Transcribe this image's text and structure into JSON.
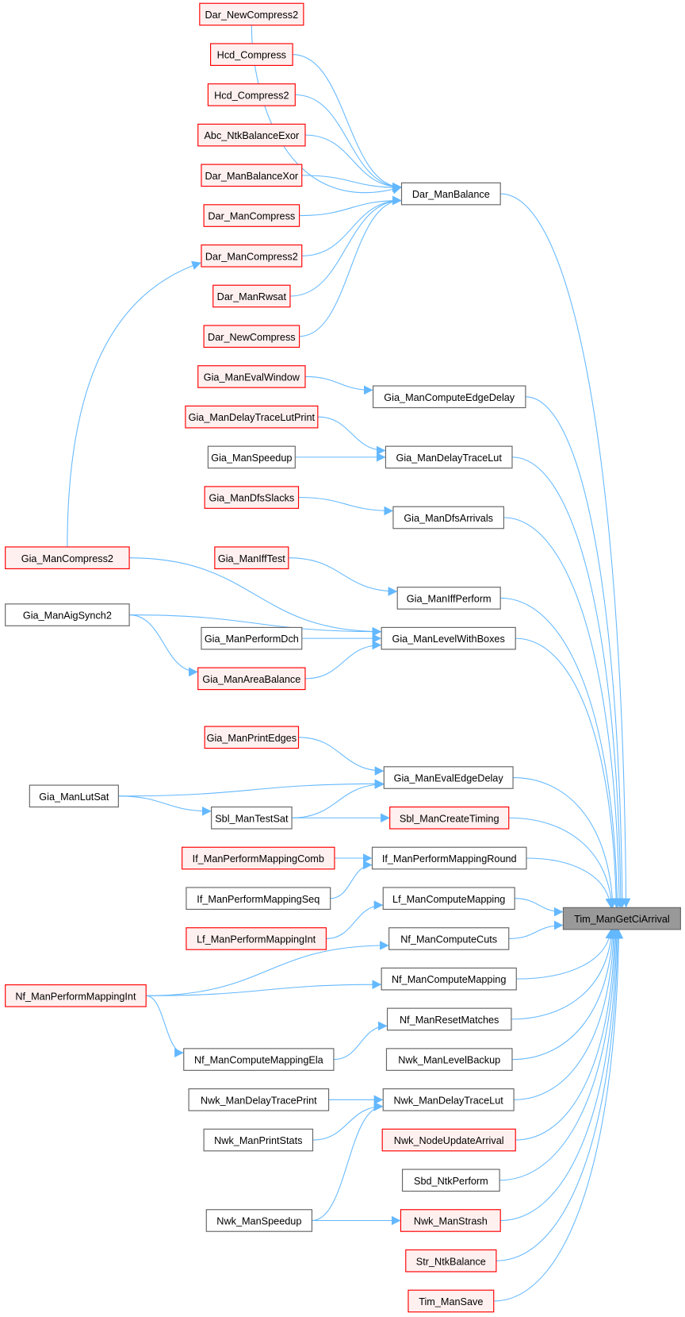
{
  "title": "Tim_ManGetCiArrival caller graph",
  "colors": {
    "edge": "#63b8ff",
    "red_border": "#ff0000",
    "red_fill": "#fff0f0",
    "gray_border": "#666666",
    "target_fill": "#999999"
  },
  "target": "Tim_ManGetCiArrival",
  "nodes": [
    {
      "name": "Dar_NewCompress2",
      "kind": "red"
    },
    {
      "name": "Hcd_Compress",
      "kind": "red"
    },
    {
      "name": "Hcd_Compress2",
      "kind": "red"
    },
    {
      "name": "Abc_NtkBalanceExor",
      "kind": "red"
    },
    {
      "name": "Dar_ManBalanceXor",
      "kind": "red"
    },
    {
      "name": "Dar_ManCompress",
      "kind": "red"
    },
    {
      "name": "Dar_ManCompress2",
      "kind": "red"
    },
    {
      "name": "Dar_ManRwsat",
      "kind": "red"
    },
    {
      "name": "Dar_NewCompress",
      "kind": "red"
    },
    {
      "name": "Dar_ManBalance",
      "kind": "gray"
    },
    {
      "name": "Gia_ManEvalWindow",
      "kind": "red"
    },
    {
      "name": "Gia_ManComputeEdgeDelay",
      "kind": "gray"
    },
    {
      "name": "Gia_ManDelayTraceLutPrint",
      "kind": "red"
    },
    {
      "name": "Gia_ManSpeedup",
      "kind": "gray"
    },
    {
      "name": "Gia_ManDelayTraceLut",
      "kind": "gray"
    },
    {
      "name": "Gia_ManDfsSlacks",
      "kind": "red"
    },
    {
      "name": "Gia_ManDfsArrivals",
      "kind": "gray"
    },
    {
      "name": "Gia_ManIffTest",
      "kind": "red"
    },
    {
      "name": "Gia_ManIffPerform",
      "kind": "gray"
    },
    {
      "name": "Gia_ManCompress2",
      "kind": "red"
    },
    {
      "name": "Gia_ManAigSynch2",
      "kind": "gray"
    },
    {
      "name": "Gia_ManPerformDch",
      "kind": "gray"
    },
    {
      "name": "Gia_ManLevelWithBoxes",
      "kind": "gray"
    },
    {
      "name": "Gia_ManAreaBalance",
      "kind": "red"
    },
    {
      "name": "Gia_ManPrintEdges",
      "kind": "red"
    },
    {
      "name": "Gia_ManEvalEdgeDelay",
      "kind": "gray"
    },
    {
      "name": "Gia_ManLutSat",
      "kind": "gray"
    },
    {
      "name": "Sbl_ManTestSat",
      "kind": "gray"
    },
    {
      "name": "Sbl_ManCreateTiming",
      "kind": "red"
    },
    {
      "name": "If_ManPerformMappingComb",
      "kind": "red"
    },
    {
      "name": "If_ManPerformMappingRound",
      "kind": "gray"
    },
    {
      "name": "If_ManPerformMappingSeq",
      "kind": "gray"
    },
    {
      "name": "Lf_ManComputeMapping",
      "kind": "gray"
    },
    {
      "name": "Tim_ManGetCiArrival",
      "kind": "target"
    },
    {
      "name": "Lf_ManPerformMappingInt",
      "kind": "red"
    },
    {
      "name": "Nf_ManComputeCuts",
      "kind": "gray"
    },
    {
      "name": "Nf_ManComputeMapping",
      "kind": "gray"
    },
    {
      "name": "Nf_ManPerformMappingInt",
      "kind": "red"
    },
    {
      "name": "Nf_ManResetMatches",
      "kind": "gray"
    },
    {
      "name": "Nf_ManComputeMappingEla",
      "kind": "gray"
    },
    {
      "name": "Nwk_ManLevelBackup",
      "kind": "gray"
    },
    {
      "name": "Nwk_ManDelayTracePrint",
      "kind": "gray"
    },
    {
      "name": "Nwk_ManDelayTraceLut",
      "kind": "gray"
    },
    {
      "name": "Nwk_ManPrintStats",
      "kind": "gray"
    },
    {
      "name": "Nwk_NodeUpdateArrival",
      "kind": "red"
    },
    {
      "name": "Sbd_NtkPerform",
      "kind": "gray"
    },
    {
      "name": "Nwk_ManSpeedup",
      "kind": "gray"
    },
    {
      "name": "Nwk_ManStrash",
      "kind": "red"
    },
    {
      "name": "Str_NtkBalance",
      "kind": "red"
    },
    {
      "name": "Tim_ManSave",
      "kind": "red"
    }
  ],
  "edges": [
    [
      "Dar_NewCompress2",
      "Dar_ManBalance"
    ],
    [
      "Hcd_Compress",
      "Dar_ManBalance"
    ],
    [
      "Hcd_Compress2",
      "Dar_ManBalance"
    ],
    [
      "Abc_NtkBalanceExor",
      "Dar_ManBalance"
    ],
    [
      "Dar_ManBalanceXor",
      "Dar_ManBalance"
    ],
    [
      "Dar_ManCompress",
      "Dar_ManBalance"
    ],
    [
      "Dar_ManCompress2",
      "Dar_ManBalance"
    ],
    [
      "Dar_ManRwsat",
      "Dar_ManBalance"
    ],
    [
      "Dar_NewCompress",
      "Dar_ManBalance"
    ],
    [
      "Gia_ManCompress2",
      "Dar_ManCompress2"
    ],
    [
      "Gia_ManEvalWindow",
      "Gia_ManComputeEdgeDelay"
    ],
    [
      "Gia_ManDelayTraceLutPrint",
      "Gia_ManDelayTraceLut"
    ],
    [
      "Gia_ManSpeedup",
      "Gia_ManDelayTraceLut"
    ],
    [
      "Gia_ManDfsSlacks",
      "Gia_ManDfsArrivals"
    ],
    [
      "Gia_ManIffTest",
      "Gia_ManIffPerform"
    ],
    [
      "Gia_ManCompress2",
      "Gia_ManLevelWithBoxes"
    ],
    [
      "Gia_ManAigSynch2",
      "Gia_ManLevelWithBoxes"
    ],
    [
      "Gia_ManPerformDch",
      "Gia_ManLevelWithBoxes"
    ],
    [
      "Gia_ManAreaBalance",
      "Gia_ManLevelWithBoxes"
    ],
    [
      "Gia_ManAigSynch2",
      "Gia_ManAreaBalance"
    ],
    [
      "Gia_ManPrintEdges",
      "Gia_ManEvalEdgeDelay"
    ],
    [
      "Gia_ManLutSat",
      "Gia_ManEvalEdgeDelay"
    ],
    [
      "Sbl_ManTestSat",
      "Gia_ManEvalEdgeDelay"
    ],
    [
      "Gia_ManLutSat",
      "Sbl_ManTestSat"
    ],
    [
      "Sbl_ManTestSat",
      "Sbl_ManCreateTiming"
    ],
    [
      "If_ManPerformMappingComb",
      "If_ManPerformMappingRound"
    ],
    [
      "If_ManPerformMappingSeq",
      "If_ManPerformMappingRound"
    ],
    [
      "Lf_ManPerformMappingInt",
      "Lf_ManComputeMapping"
    ],
    [
      "Nf_ManPerformMappingInt",
      "Nf_ManComputeCuts"
    ],
    [
      "Nf_ManPerformMappingInt",
      "Nf_ManComputeMapping"
    ],
    [
      "Nf_ManPerformMappingInt",
      "Nf_ManComputeMappingEla"
    ],
    [
      "Nf_ManComputeMappingEla",
      "Nf_ManResetMatches"
    ],
    [
      "Nwk_ManDelayTracePrint",
      "Nwk_ManDelayTraceLut"
    ],
    [
      "Nwk_ManPrintStats",
      "Nwk_ManDelayTraceLut"
    ],
    [
      "Nwk_ManSpeedup",
      "Nwk_ManDelayTraceLut"
    ],
    [
      "Nwk_ManSpeedup",
      "Nwk_ManStrash"
    ],
    [
      "Dar_ManBalance",
      "Tim_ManGetCiArrival"
    ],
    [
      "Gia_ManComputeEdgeDelay",
      "Tim_ManGetCiArrival"
    ],
    [
      "Gia_ManDelayTraceLut",
      "Tim_ManGetCiArrival"
    ],
    [
      "Gia_ManDfsArrivals",
      "Tim_ManGetCiArrival"
    ],
    [
      "Gia_ManIffPerform",
      "Tim_ManGetCiArrival"
    ],
    [
      "Gia_ManLevelWithBoxes",
      "Tim_ManGetCiArrival"
    ],
    [
      "Gia_ManEvalEdgeDelay",
      "Tim_ManGetCiArrival"
    ],
    [
      "Sbl_ManCreateTiming",
      "Tim_ManGetCiArrival"
    ],
    [
      "If_ManPerformMappingRound",
      "Tim_ManGetCiArrival"
    ],
    [
      "Lf_ManComputeMapping",
      "Tim_ManGetCiArrival"
    ],
    [
      "Nf_ManComputeCuts",
      "Tim_ManGetCiArrival"
    ],
    [
      "Nf_ManComputeMapping",
      "Tim_ManGetCiArrival"
    ],
    [
      "Nf_ManResetMatches",
      "Tim_ManGetCiArrival"
    ],
    [
      "Nwk_ManLevelBackup",
      "Tim_ManGetCiArrival"
    ],
    [
      "Nwk_ManDelayTraceLut",
      "Tim_ManGetCiArrival"
    ],
    [
      "Nwk_NodeUpdateArrival",
      "Tim_ManGetCiArrival"
    ],
    [
      "Sbd_NtkPerform",
      "Tim_ManGetCiArrival"
    ],
    [
      "Nwk_ManStrash",
      "Tim_ManGetCiArrival"
    ],
    [
      "Str_NtkBalance",
      "Tim_ManGetCiArrival"
    ],
    [
      "Tim_ManSave",
      "Tim_ManGetCiArrival"
    ]
  ]
}
